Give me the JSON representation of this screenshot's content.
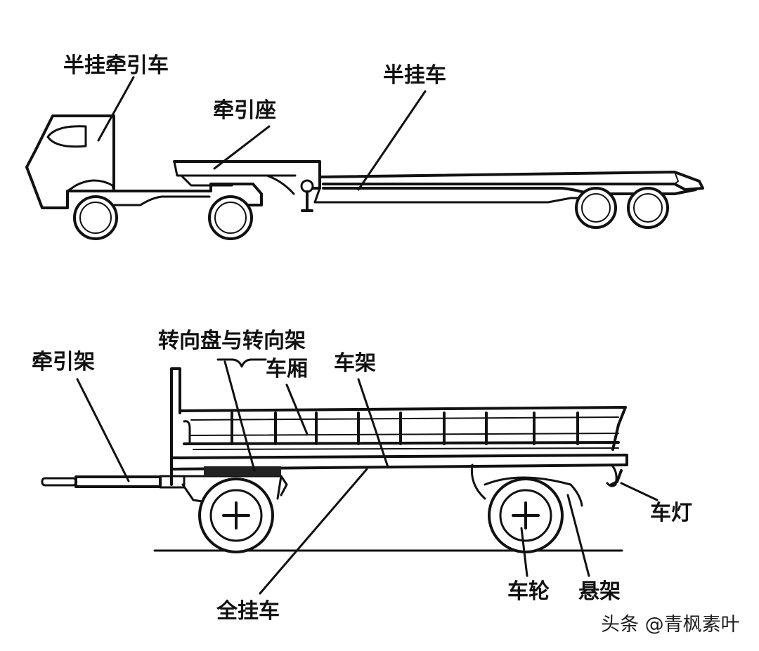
{
  "semi_trailer_diagram": {
    "labels": {
      "tractor": "半挂牵引车",
      "fifth_wheel": "牵引座",
      "semi_trailer": "半挂车"
    }
  },
  "full_trailer_diagram": {
    "labels": {
      "turntable": "转向盘与转向架",
      "drawbar": "牵引架",
      "cargo_body": "车厢",
      "frame": "车架",
      "lamp": "车灯",
      "wheel": "车轮",
      "suspension": "悬架",
      "full_trailer": "全挂车"
    }
  },
  "watermark": "头条 @青枫素叶",
  "colors": {
    "ink": "#111111",
    "background": "#ffffff"
  }
}
